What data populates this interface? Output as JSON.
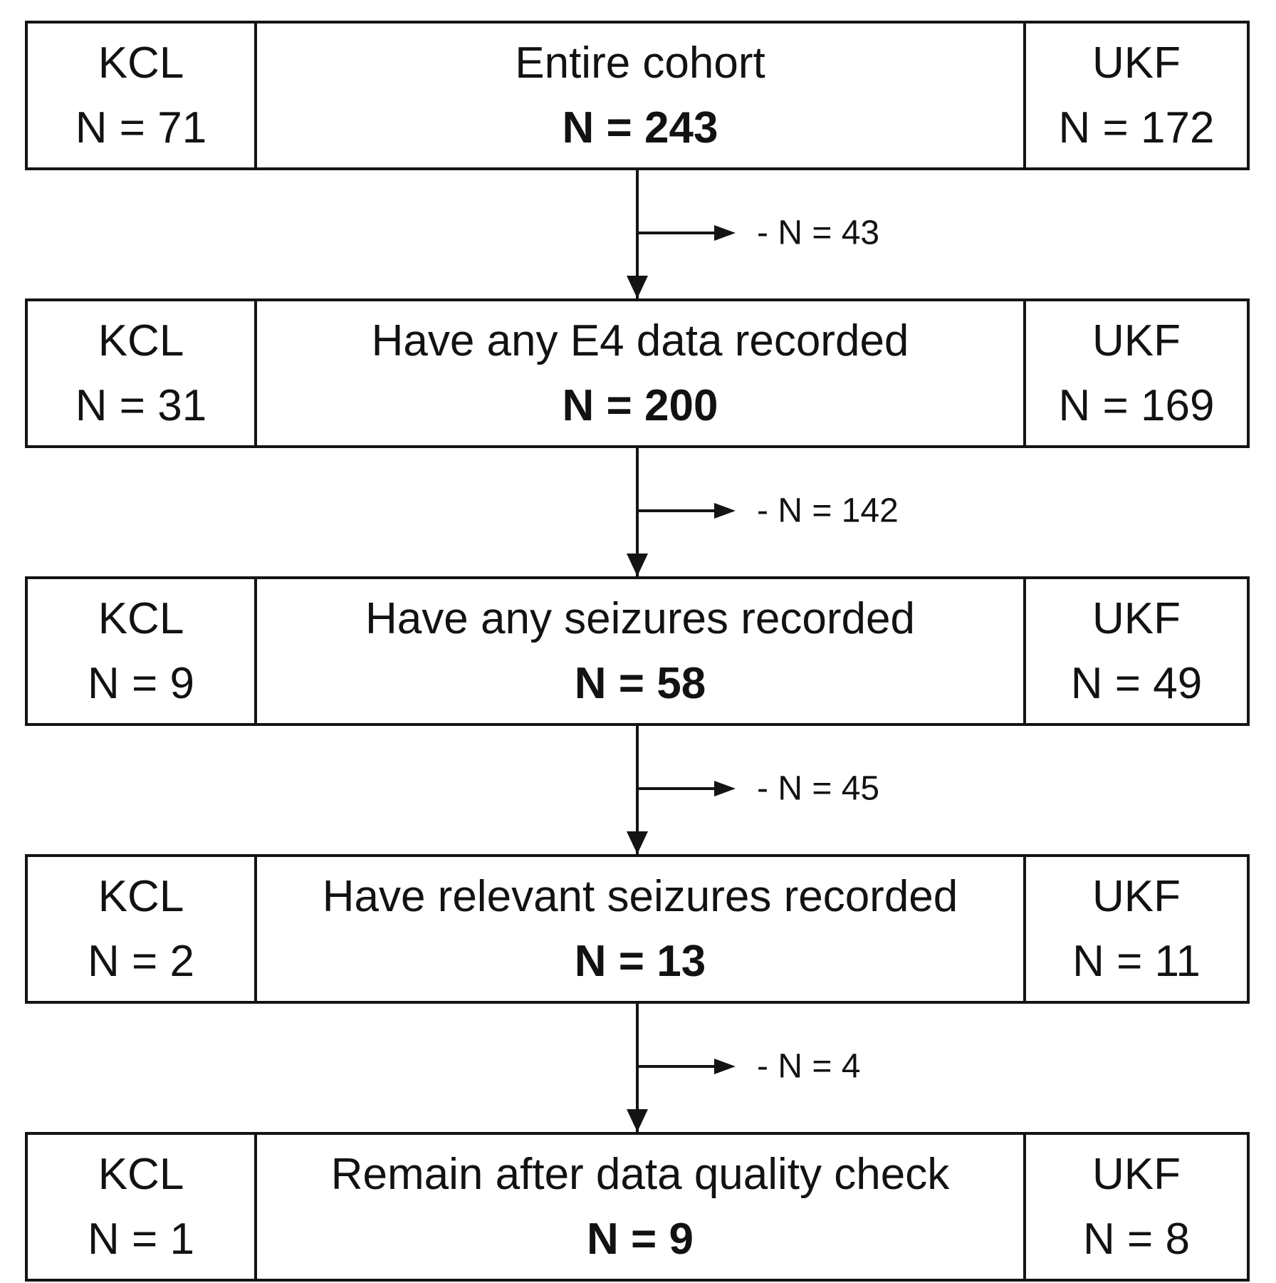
{
  "diagram": {
    "description": "Cohort selection flowchart with per-site counts",
    "colors": {
      "line": "#141414",
      "text": "#121212",
      "background": "#ffffff"
    },
    "stages": [
      {
        "left_site": "KCL",
        "left_n": "N = 71",
        "title": "Entire cohort",
        "total_n": "N = 243",
        "right_site": "UKF",
        "right_n": "N = 172"
      },
      {
        "left_site": "KCL",
        "left_n": "N = 31",
        "title": "Have any E4 data recorded",
        "total_n": "N = 200",
        "right_site": "UKF",
        "right_n": "N = 169"
      },
      {
        "left_site": "KCL",
        "left_n": "N = 9",
        "title": "Have any seizures recorded",
        "total_n": "N = 58",
        "right_site": "UKF",
        "right_n": "N = 49"
      },
      {
        "left_site": "KCL",
        "left_n": "N = 2",
        "title": "Have relevant seizures recorded",
        "total_n": "N = 13",
        "right_site": "UKF",
        "right_n": "N = 11"
      },
      {
        "left_site": "KCL",
        "left_n": "N = 1",
        "title": "Remain after data quality check",
        "total_n": "N = 9",
        "right_site": "UKF",
        "right_n": "N = 8"
      }
    ],
    "exclusions": [
      "- N = 43",
      "- N = 142",
      "- N = 45",
      "- N = 4"
    ]
  }
}
